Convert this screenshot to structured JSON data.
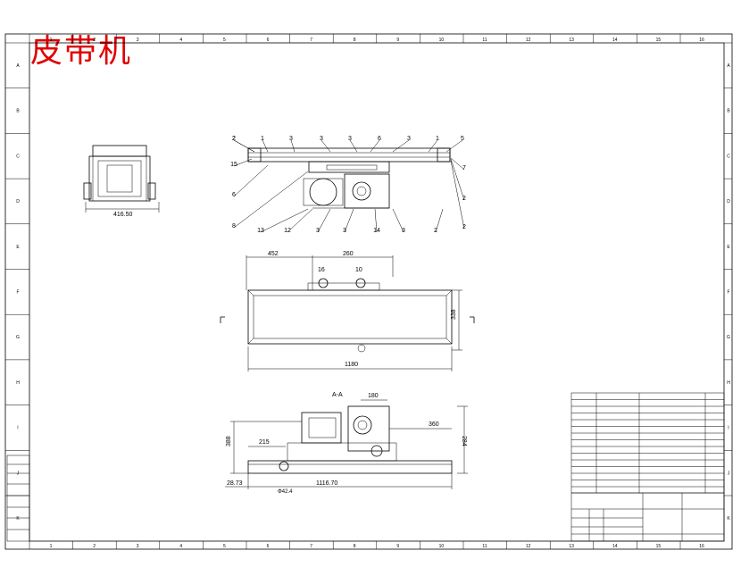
{
  "title": "皮带机",
  "frame": {
    "col_labels": [
      "1",
      "2",
      "3",
      "4",
      "5",
      "6",
      "7",
      "8",
      "9",
      "10",
      "11",
      "12",
      "13",
      "14",
      "15",
      "16"
    ],
    "row_labels": [
      "A",
      "B",
      "C",
      "D",
      "E",
      "F",
      "G",
      "H",
      "I",
      "J",
      "K"
    ]
  },
  "side_view": {
    "width_dim": "416.50"
  },
  "top_view": {
    "balloons_top": [
      "2",
      "1",
      "3",
      "3",
      "3",
      "6",
      "3",
      "1",
      "5"
    ],
    "balloons_left": [
      "2",
      "15",
      "6",
      "8"
    ],
    "balloons_right": [
      "7",
      "2",
      "2"
    ],
    "balloons_bottom": [
      "13",
      "12",
      "3",
      "3",
      "14",
      "3",
      "2"
    ]
  },
  "plan_view": {
    "dim_452": "452",
    "dim_260": "260",
    "label_16": "16",
    "label_10": "10",
    "dim_length": "1180",
    "dim_height": "338"
  },
  "section_view": {
    "section_label": "A-A",
    "dim_180": "180",
    "dim_360": "360",
    "dim_284": "284",
    "dim_388": "388",
    "dim_215": "215",
    "dim_2873": "28.73",
    "dim_ph": "Φ42.4",
    "dim_1116": "1116.70"
  }
}
